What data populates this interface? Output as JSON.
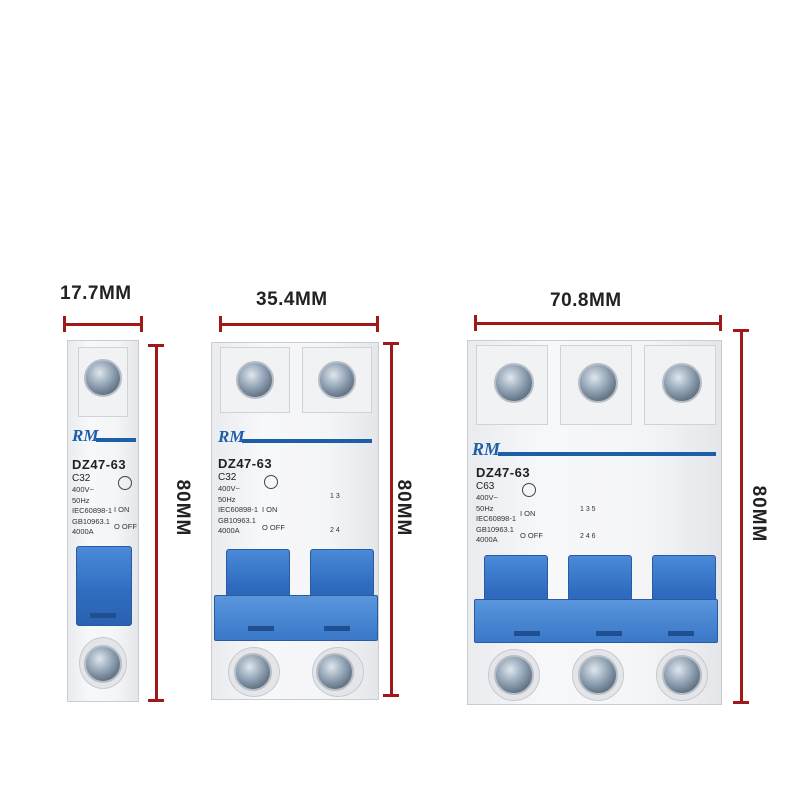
{
  "dimensions": {
    "single": {
      "width_label": "17.7MM",
      "height_label": "80MM"
    },
    "double": {
      "width_label": "35.4MM",
      "height_label": "80MM"
    },
    "triple": {
      "width_label": "70.8MM",
      "height_label": "80MM"
    }
  },
  "breakers": {
    "single": {
      "model": "DZ47-63",
      "rating": "C32",
      "spec": "400V~\n50Hz\nIEC60898-1\nGB10963.1\n4000A",
      "on": "I ON",
      "off": "O OFF"
    },
    "double": {
      "model": "DZ47-63",
      "rating": "C32",
      "spec": "400V~\n50Hz\nIEC60898-1\nGB10963.1\n4000A",
      "on": "I ON",
      "off": "O OFF",
      "circuit_top": "1 3",
      "circuit_bottom": "2 4"
    },
    "triple": {
      "model": "DZ47-63",
      "rating": "C63",
      "spec": "400V~\n50Hz\nIEC60898-1\nGB10963.1\n4000A",
      "on": "I ON",
      "off": "O OFF",
      "circuit_top": "1 3 5",
      "circuit_bottom": "2 4 6"
    }
  },
  "logo_text": "RM",
  "colors": {
    "dimension_line": "#a01818",
    "toggle_blue": "#2f6cc0",
    "logo_blue": "#1c5fa8"
  }
}
